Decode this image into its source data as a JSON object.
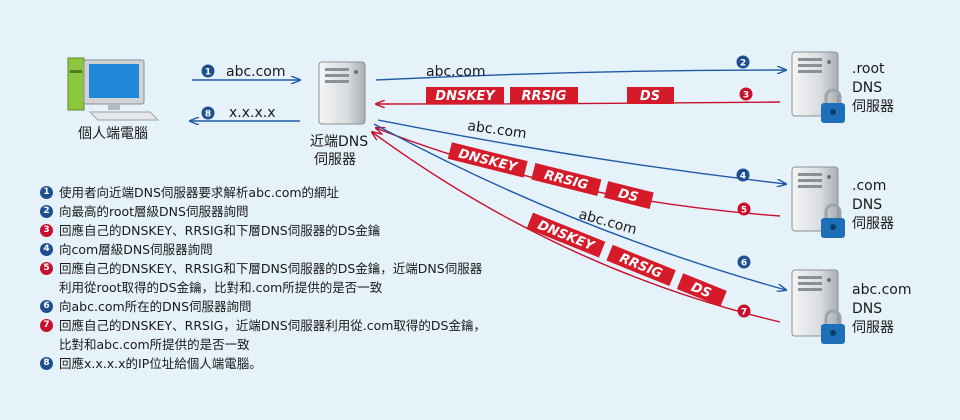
{
  "colors": {
    "blue": "#1f5aa6",
    "red": "#c8102e",
    "record": "#d51a2a"
  },
  "nodes": {
    "client_label": "個人端電腦",
    "resolver_label": [
      "近端DNS",
      "伺服器"
    ],
    "root_label": [
      ".root",
      "DNS",
      "伺服器"
    ],
    "com_label": [
      ".com",
      "DNS",
      "伺服器"
    ],
    "abc_label": [
      "abc.com",
      "DNS",
      "伺服器"
    ]
  },
  "messages": {
    "query_client": "abc.com",
    "answer_client": "x.x.x.x",
    "query_root": "abc.com",
    "query_com": "abc.com",
    "query_abc": "abc.com"
  },
  "records": {
    "dnskey": "DNSKEY",
    "rrsig": "RRSIG",
    "ds": "DS"
  },
  "step_numbers": [
    "1",
    "2",
    "3",
    "4",
    "5",
    "6",
    "7",
    "8"
  ],
  "steps": [
    {
      "num": "1",
      "color": "blue",
      "text": "使用者向近端DNS伺服器要求解析abc.com的網址"
    },
    {
      "num": "2",
      "color": "blue",
      "text": "向最高的root層級DNS伺服器詢問"
    },
    {
      "num": "3",
      "color": "red",
      "text": "回應自己的DNSKEY、RRSIG和下層DNS伺服器的DS金鑰"
    },
    {
      "num": "4",
      "color": "blue",
      "text": "向com層級DNS伺服器詢問"
    },
    {
      "num": "5",
      "color": "red",
      "text": "回應自己的DNSKEY、RRSIG和下層DNS伺服器的DS金鑰，近端DNS伺服器\n利用從root取得的DS金鑰，比對和.com所提供的是否一致"
    },
    {
      "num": "6",
      "color": "blue",
      "text": "向abc.com所在的DNS伺服器詢問"
    },
    {
      "num": "7",
      "color": "red",
      "text": "回應自己的DNSKEY、RRSIG，近端DNS伺服器利用從.com取得的DS金鑰，\n比對和abc.com所提供的是否一致"
    },
    {
      "num": "8",
      "color": "blue",
      "text": "回應x.x.x.x的IP位址給個人端電腦。"
    }
  ]
}
